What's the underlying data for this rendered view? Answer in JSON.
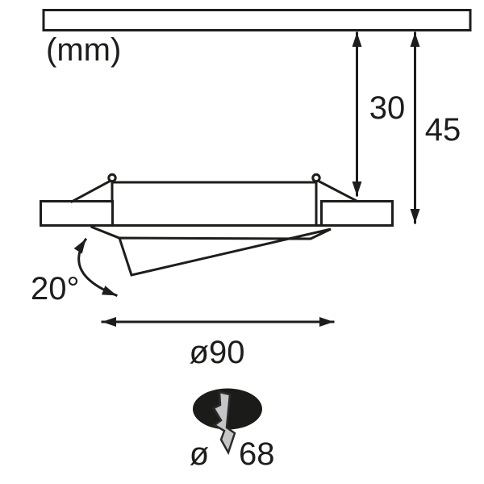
{
  "diagram": {
    "unit_label": "(mm)",
    "depth_upper": "30",
    "depth_total": "45",
    "tilt_angle": "20°",
    "outer_diameter": "ø90",
    "cutout_symbol": "ø",
    "cutout_value": "68"
  },
  "colors": {
    "line": "#1d1d1b",
    "ceiling_fill": "#c3c3c5",
    "flange_fill": "#616164",
    "cutout_fill": "#1b1b19",
    "bolt_fill": "#c6c6c8"
  }
}
